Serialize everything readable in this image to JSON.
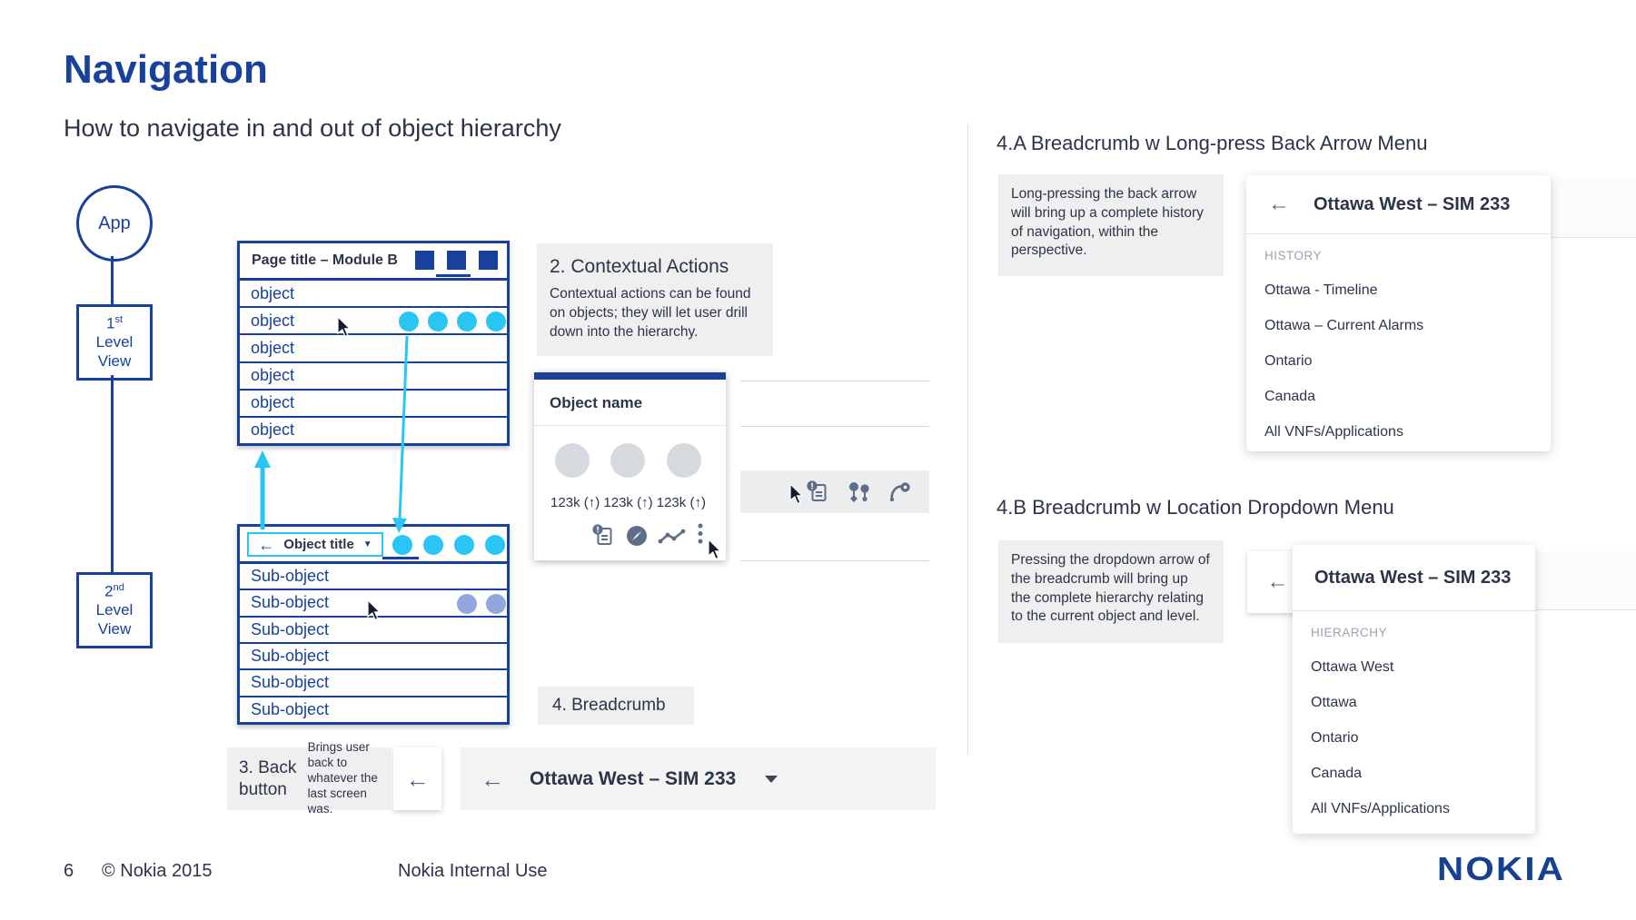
{
  "page": {
    "title": "Navigation",
    "subtitle": "How to navigate in and out of object hierarchy"
  },
  "flow": {
    "app_label": "App",
    "level1": {
      "ordinal": "1",
      "suffix": "st",
      "word1": "Level",
      "word2": "View"
    },
    "level2": {
      "ordinal": "2",
      "suffix": "nd",
      "word1": "Level",
      "word2": "View"
    }
  },
  "table1": {
    "header": "Page title – Module B",
    "rows": [
      "object",
      "object",
      "object",
      "object",
      "object",
      "object"
    ]
  },
  "table2": {
    "back_arrow": "←",
    "header": "Object title",
    "caret": "▼",
    "rows": [
      "Sub-object",
      "Sub-object",
      "Sub-object",
      "Sub-object",
      "Sub-object",
      "Sub-object"
    ]
  },
  "contextual": {
    "title": "2. Contextual Actions",
    "body": "Contextual actions can be found on objects; they will let user drill down into the hierarchy."
  },
  "object_card": {
    "title": "Object name",
    "stats": "123k (↑) 123k (↑) 123k (↑)"
  },
  "breadcrumb_note": {
    "label": "4. Breadcrumb"
  },
  "back_note": {
    "title": "3. Back button",
    "body": "Brings user back to whatever the last screen was.",
    "arrow": "←"
  },
  "breadcrumb_bar": {
    "back": "←",
    "label": "Ottawa West – SIM 233"
  },
  "section_a": {
    "heading": "4.A Breadcrumb w Long-press Back Arrow Menu",
    "note": "Long-pressing the back arrow will bring up a complete history of navigation, within the perspective.",
    "menu": {
      "back": "←",
      "title": "Ottawa West – SIM 233",
      "section": "HISTORY",
      "items": [
        "Ottawa - Timeline",
        "Ottawa – Current Alarms",
        "Ontario",
        "Canada",
        "All VNFs/Applications"
      ]
    }
  },
  "section_b": {
    "heading": "4.B Breadcrumb w Location Dropdown Menu",
    "note": "Pressing the dropdown arrow of the breadcrumb will bring up the complete hierarchy relating to the current object and level.",
    "menu": {
      "back": "←",
      "title": "Ottawa West – SIM 233",
      "section": "HIERARCHY",
      "items": [
        "Ottawa West",
        "Ottawa",
        "Ontario",
        "Canada",
        "All VNFs/Applications"
      ]
    }
  },
  "footer": {
    "page_number": "6",
    "copyright": "© Nokia 2015",
    "classification": "Nokia Internal Use",
    "logo": "NOKIA"
  },
  "colors": {
    "brand_blue": "#17419b",
    "cyan_accent": "#29c5f4",
    "periwinkle": "#92a7e0",
    "navy_text": "#2c3448",
    "gray_box": "#efefef"
  }
}
